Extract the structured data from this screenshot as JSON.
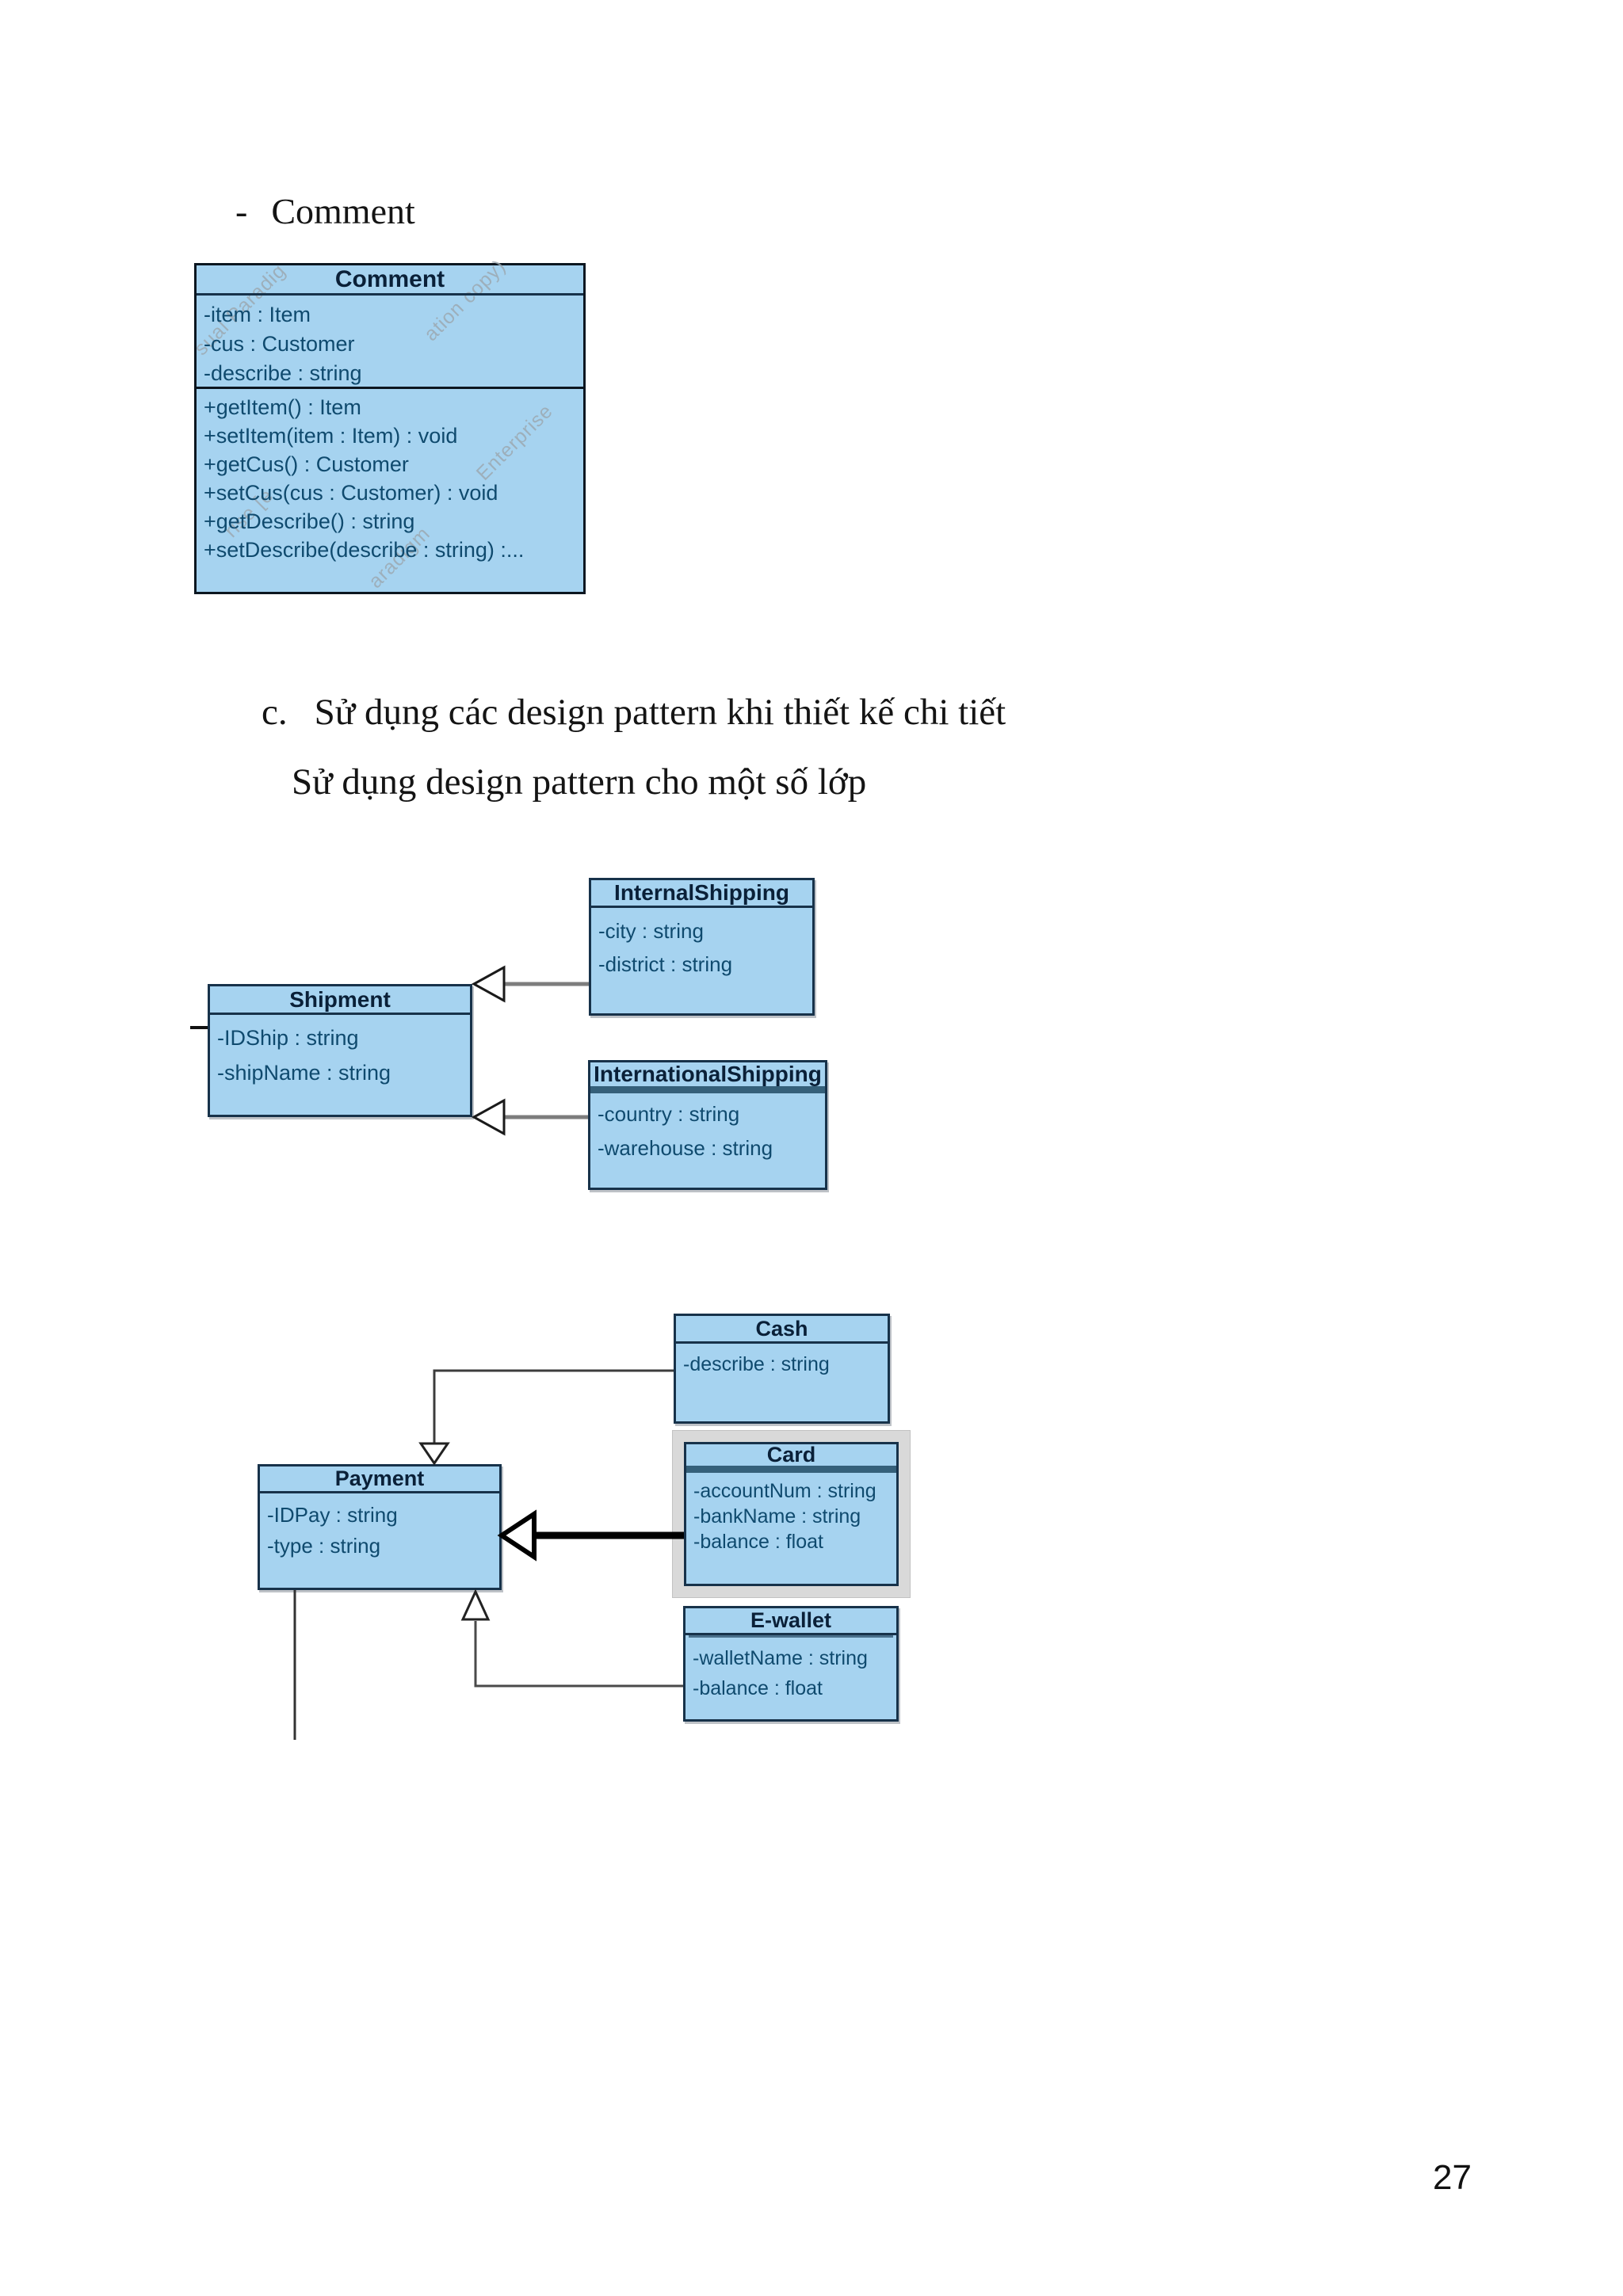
{
  "page": {
    "number": "27"
  },
  "heading": {
    "dash": "-",
    "label": "Comment"
  },
  "intro": {
    "marker": "c.",
    "line1": "Sử dụng các design pattern khi thiết kế chi tiết",
    "line2": "Sử dụng design pattern cho một số lớp"
  },
  "watermark": {
    "fragments": [
      "sual Paradig",
      "ation copy)",
      "Enterprise",
      "rise [e",
      "aradigm"
    ]
  },
  "colors": {
    "box_fill": "#a6d3f0",
    "box_border": "#17324a",
    "title_text": "#0a2038",
    "attr_text": "#0f4a6e",
    "divider_band": "#35607a",
    "connector_gray": "#7d7d7d",
    "watermark": "#9ca7ae"
  },
  "uml": {
    "comment": {
      "title": "Comment",
      "attributes": [
        "-item : Item",
        "-cus : Customer",
        "-describe : string"
      ],
      "methods": [
        "+getItem() : Item",
        "+setItem(item : Item) : void",
        "+getCus() : Customer",
        "+setCus(cus : Customer) : void",
        "+getDescribe() : string",
        "+setDescribe(describe : string) :..."
      ]
    },
    "shipment": {
      "title": "Shipment",
      "attributes": [
        "-IDShip : string",
        "-shipName : string"
      ]
    },
    "internal_shipping": {
      "title": "InternalShipping",
      "attributes": [
        "-city : string",
        "-district : string"
      ]
    },
    "international_shipping": {
      "title": "InternationalShipping",
      "attributes": [
        "-country : string",
        "-warehouse : string"
      ]
    },
    "payment": {
      "title": "Payment",
      "attributes": [
        "-IDPay : string",
        "-type : string"
      ]
    },
    "cash": {
      "title": "Cash",
      "attributes": [
        "-describe : string"
      ]
    },
    "card": {
      "title": "Card",
      "attributes": [
        "-accountNum : string",
        "-bankName : string",
        "-balance : float"
      ]
    },
    "ewallet": {
      "title": "E-wallet",
      "attributes": [
        "-walletName : string",
        "-balance : float"
      ]
    }
  }
}
